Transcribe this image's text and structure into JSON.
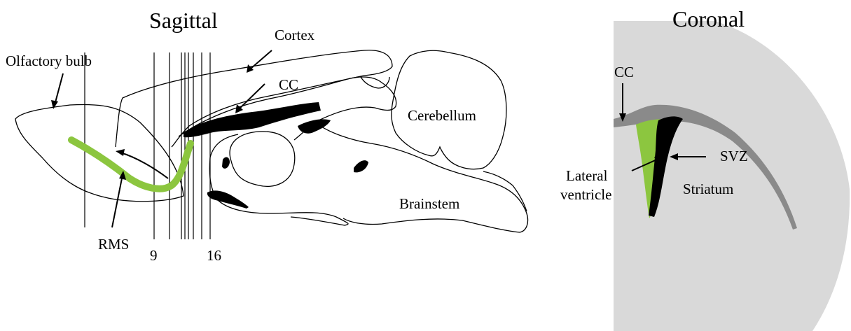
{
  "titles": {
    "sagittal": "Sagittal",
    "coronal": "Coronal"
  },
  "labels": {
    "cortex": "Cortex",
    "olfactory_bulb": "Olfactory bulb",
    "cc_sagittal": "CC",
    "cerebellum": "Cerebellum",
    "brainstem": "Brainstem",
    "rms": "RMS",
    "section_first": "9",
    "section_last": "16",
    "cc_coronal": "CC",
    "svz": "SVZ",
    "lateral": "Lateral",
    "ventricle": "ventricle",
    "striatum": "Striatum"
  },
  "colors": {
    "rms_green": "#8cc63f",
    "outline": "#000000",
    "coronal_tissue": "#d9d9d9",
    "white_matter": "#8a8a8a"
  }
}
